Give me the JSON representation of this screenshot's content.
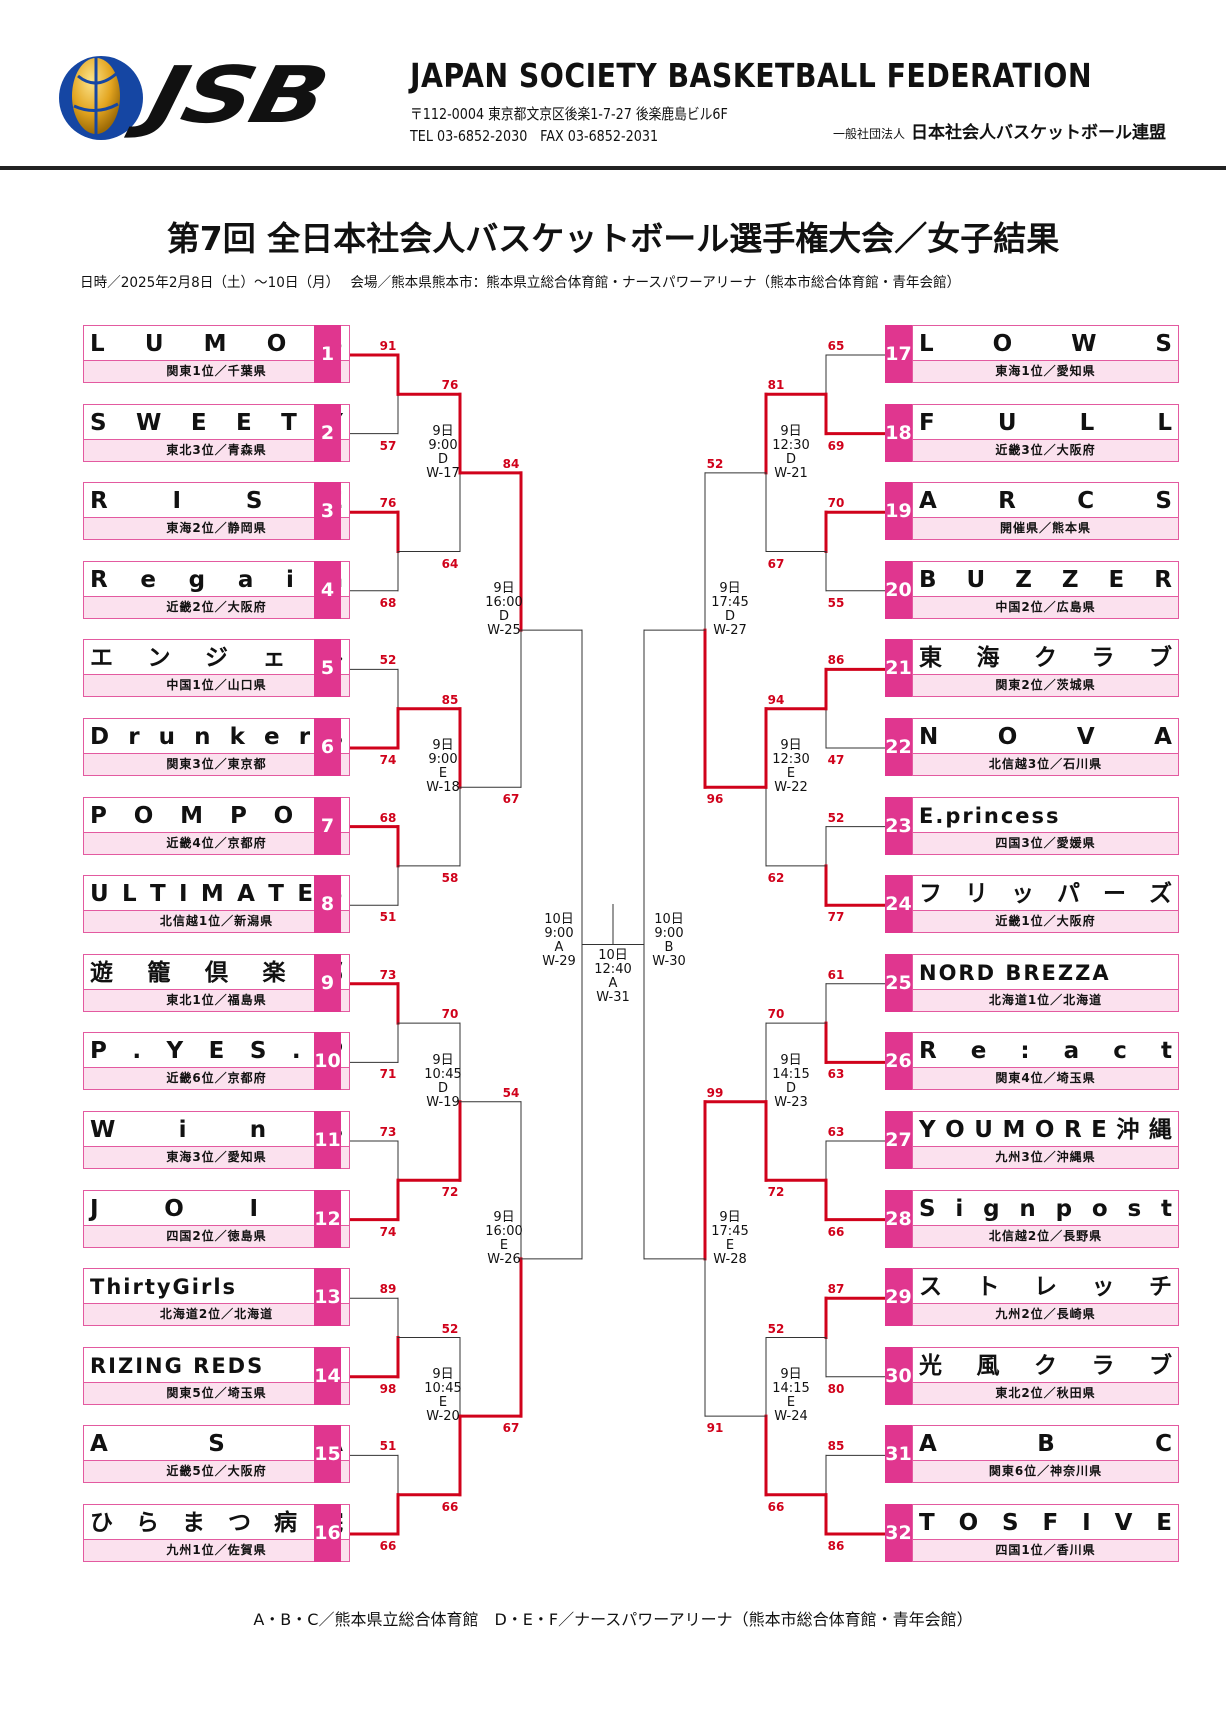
{
  "header": {
    "logo_text": "JSB",
    "org_en": "JAPAN SOCIETY BASKETBALL FEDERATION",
    "address": "〒112-0004 東京都文京区後楽1-7-27 後楽鹿島ビル6F",
    "tel": "TEL 03-6852-2030　FAX 03-6852-2031",
    "org_ja_prefix": "一般社団法人",
    "org_ja": "日本社会人バスケットボール連盟"
  },
  "title": "第7回 全日本社会人バスケットボール選手権大会／女子結果",
  "subtitle": "日時／2025年2月8日（土）～10日（月）　 会場／熊本県熊本市：熊本県立総合体育館・ナースパワーアリーナ（熊本市総合体育館・青年会館）",
  "footer": "A・B・C／熊本県立総合体育館　D・E・F／ナースパワーアリーナ（熊本市総合体育館・青年会館）",
  "colors": {
    "accent": "#e0368f",
    "win_line": "#d0021b",
    "score": "#d0021b"
  },
  "teams_left": [
    {
      "seed": "1",
      "name": "LUMOS",
      "region": "関東1位／千葉県"
    },
    {
      "seed": "2",
      "name": "SWEETY",
      "region": "東北3位／青森県"
    },
    {
      "seed": "3",
      "name": "RISE",
      "region": "東海2位／静岡県"
    },
    {
      "seed": "4",
      "name": "Regain",
      "region": "近畿2位／大阪府"
    },
    {
      "seed": "5",
      "name": "エンジェル",
      "region": "中国1位／山口県"
    },
    {
      "seed": "6",
      "name": "Drunkers",
      "region": "関東3位／東京都"
    },
    {
      "seed": "7",
      "name": "POMPOM",
      "region": "近畿4位／京都府"
    },
    {
      "seed": "8",
      "name": "ULTIMATES",
      "region": "北信越1位／新潟県"
    },
    {
      "seed": "9",
      "name": "遊籠倶楽部",
      "region": "東北1位／福島県"
    },
    {
      "seed": "10",
      "name": "P.YES.P",
      "region": "近畿6位／京都府"
    },
    {
      "seed": "11",
      "name": "Wins",
      "region": "東海3位／愛知県"
    },
    {
      "seed": "12",
      "name": "JOIN",
      "region": "四国2位／徳島県"
    },
    {
      "seed": "13",
      "name": "ThirtyGirls",
      "region": "北海道2位／北海道"
    },
    {
      "seed": "14",
      "name": "RIZING REDS",
      "region": "関東5位／埼玉県"
    },
    {
      "seed": "15",
      "name": "ASA",
      "region": "近畿5位／大阪府"
    },
    {
      "seed": "16",
      "name": "ひらまつ病院",
      "region": "九州1位／佐賀県"
    }
  ],
  "teams_right": [
    {
      "seed": "17",
      "name": "LOWS",
      "region": "東海1位／愛知県"
    },
    {
      "seed": "18",
      "name": "FULL",
      "region": "近畿3位／大阪府"
    },
    {
      "seed": "19",
      "name": "ARCS",
      "region": "開催県／熊本県"
    },
    {
      "seed": "20",
      "name": "BUZZER",
      "region": "中国2位／広島県"
    },
    {
      "seed": "21",
      "name": "東海クラブ",
      "region": "関東2位／茨城県"
    },
    {
      "seed": "22",
      "name": "NOVA",
      "region": "北信越3位／石川県"
    },
    {
      "seed": "23",
      "name": "E.princess",
      "region": "四国3位／愛媛県"
    },
    {
      "seed": "24",
      "name": "フリッパーズ",
      "region": "近畿1位／大阪府"
    },
    {
      "seed": "25",
      "name": "NORD BREZZA",
      "region": "北海道1位／北海道"
    },
    {
      "seed": "26",
      "name": "Re:act",
      "region": "関東4位／埼玉県"
    },
    {
      "seed": "27",
      "name": "YOUMORE沖縄",
      "region": "九州3位／沖縄県"
    },
    {
      "seed": "28",
      "name": "Signpost",
      "region": "北信越2位／長野県"
    },
    {
      "seed": "29",
      "name": "ストレッチ",
      "region": "九州2位／長崎県"
    },
    {
      "seed": "30",
      "name": "光風クラブ",
      "region": "東北2位／秋田県"
    },
    {
      "seed": "31",
      "name": "ABC",
      "region": "関東6位／神奈川県"
    },
    {
      "seed": "32",
      "name": "TOSFIVE",
      "region": "四国1位／香川県"
    }
  ],
  "left_r1": [
    {
      "top": "91",
      "bottom": "57",
      "winner": "top"
    },
    {
      "top": "76",
      "bottom": "68",
      "winner": "top"
    },
    {
      "top": "52",
      "bottom": "74",
      "winner": "bottom"
    },
    {
      "top": "68",
      "bottom": "51",
      "winner": "top"
    },
    {
      "top": "73",
      "bottom": "71",
      "winner": "top"
    },
    {
      "top": "73",
      "bottom": "74",
      "winner": "bottom"
    },
    {
      "top": "89",
      "bottom": "98",
      "winner": "bottom"
    },
    {
      "top": "51",
      "bottom": "66",
      "winner": "bottom"
    }
  ],
  "right_r1": [
    {
      "top": "65",
      "bottom": "69",
      "winner": "bottom"
    },
    {
      "top": "70",
      "bottom": "55",
      "winner": "top"
    },
    {
      "top": "86",
      "bottom": "47",
      "winner": "top"
    },
    {
      "top": "52",
      "bottom": "77",
      "winner": "bottom"
    },
    {
      "top": "61",
      "bottom": "63",
      "winner": "bottom"
    },
    {
      "top": "63",
      "bottom": "66",
      "winner": "bottom"
    },
    {
      "top": "87",
      "bottom": "80",
      "winner": "top"
    },
    {
      "top": "85",
      "bottom": "86",
      "winner": "bottom"
    }
  ],
  "left_r2": [
    {
      "top": "76",
      "bottom": "64",
      "winner": "top",
      "info": [
        "9日",
        "9:00",
        "D",
        "W-17"
      ]
    },
    {
      "top": "85",
      "bottom": "58",
      "winner": "top",
      "info": [
        "9日",
        "9:00",
        "E",
        "W-18"
      ]
    },
    {
      "top": "70",
      "bottom": "72",
      "winner": "bottom",
      "info": [
        "9日",
        "10:45",
        "D",
        "W-19"
      ]
    },
    {
      "top": "52",
      "bottom": "66",
      "winner": "bottom",
      "info": [
        "9日",
        "10:45",
        "E",
        "W-20"
      ]
    }
  ],
  "right_r2": [
    {
      "top": "81",
      "bottom": "67",
      "winner": "top",
      "info": [
        "9日",
        "12:30",
        "D",
        "W-21"
      ]
    },
    {
      "top": "94",
      "bottom": "62",
      "winner": "top",
      "info": [
        "9日",
        "12:30",
        "E",
        "W-22"
      ]
    },
    {
      "top": "70",
      "bottom": "72",
      "winner": "bottom",
      "info": [
        "9日",
        "14:15",
        "D",
        "W-23"
      ]
    },
    {
      "top": "52",
      "bottom": "66",
      "winner": "bottom",
      "info": [
        "9日",
        "14:15",
        "E",
        "W-24"
      ]
    }
  ],
  "left_r3": [
    {
      "top": "84",
      "bottom": "67",
      "winner": "top",
      "info": [
        "9日",
        "16:00",
        "D",
        "W-25"
      ]
    },
    {
      "top": "54",
      "bottom": "67",
      "winner": "bottom",
      "info": [
        "9日",
        "16:00",
        "E",
        "W-26"
      ]
    }
  ],
  "right_r3": [
    {
      "top": "52",
      "bottom": "96",
      "winner": "bottom",
      "info": [
        "9日",
        "17:45",
        "D",
        "W-27"
      ]
    },
    {
      "top": "99",
      "bottom": "91",
      "winner": "top",
      "info": [
        "9日",
        "17:45",
        "E",
        "W-28"
      ]
    }
  ],
  "semis": {
    "left_info": [
      "10日",
      "9:00",
      "A",
      "W-29"
    ],
    "right_info": [
      "10日",
      "9:00",
      "B",
      "W-30"
    ],
    "final_info": [
      "10日",
      "12:40",
      "A",
      "W-31"
    ]
  }
}
